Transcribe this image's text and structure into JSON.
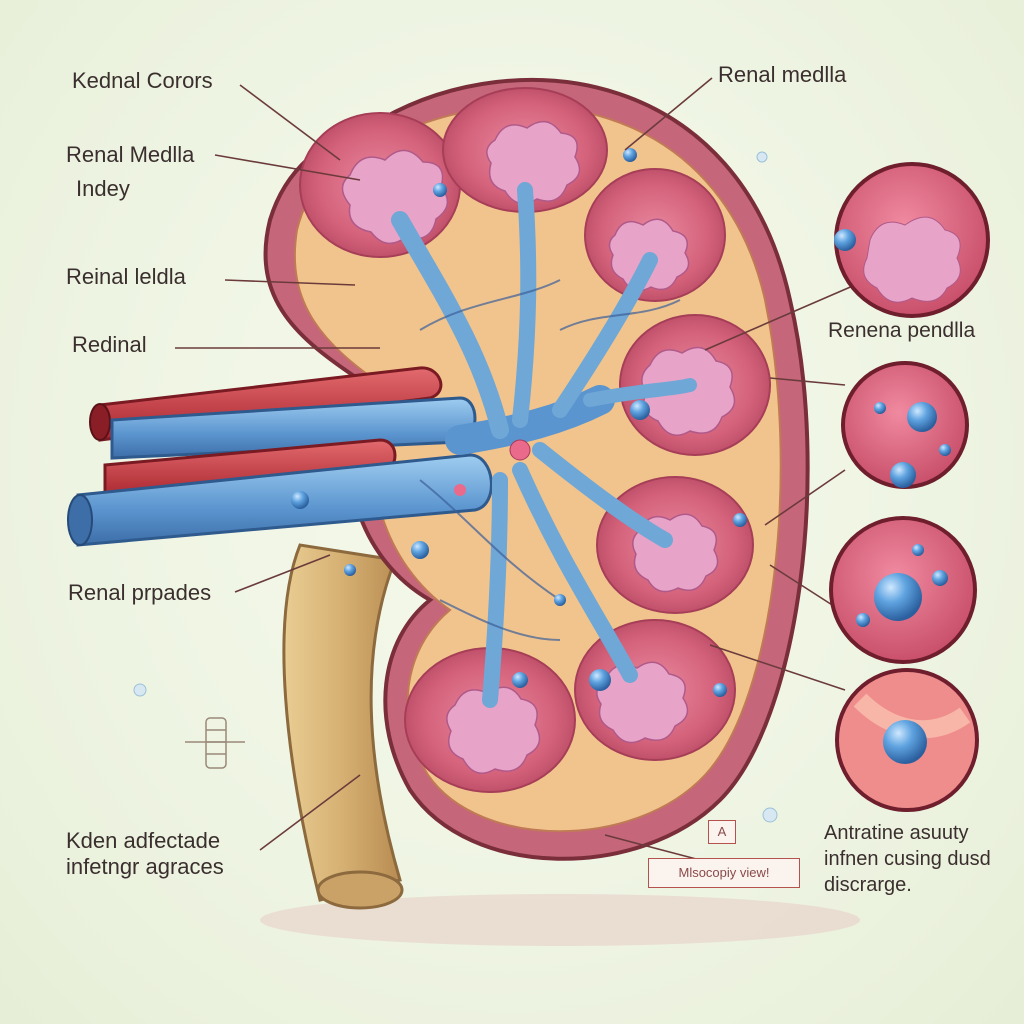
{
  "colors": {
    "background": "#eef4e2",
    "cortex_outer": "#c9677a",
    "cortex_tissue": "#f2c98e",
    "pyramid": "#d9697f",
    "vessel_blue": "#6fa7d6",
    "vessel_red": "#c8323b",
    "ureter": "#d9b77a",
    "leader_line": "#6b3b3b",
    "droplet": "#3d7fc4"
  },
  "labels": {
    "top_left": "Kednal Corors",
    "top_right": "Renal medlla",
    "left_2_line1": "Renal Medlla",
    "left_2_line2": "Indey",
    "left_3": "Reinal leldla",
    "left_4": "Redinal",
    "left_5": "Renal prpades",
    "bottom_left": "Kden adfectade infetngr agraces",
    "right_1": "Renena pendlla",
    "bottom_right": "Antratine asuuty infnen cusing dusd discrarge.",
    "box_letter": "A",
    "box_caption": "Mlsocopiy view!"
  },
  "icons": {
    "kidney": "kidney-cross-section-illustration",
    "ureter": "ureter-tube",
    "vessels": "renal-artery-and-vein",
    "insets": "microscopic-magnification-circles",
    "tiny_icon": "spine-segment-icon"
  }
}
